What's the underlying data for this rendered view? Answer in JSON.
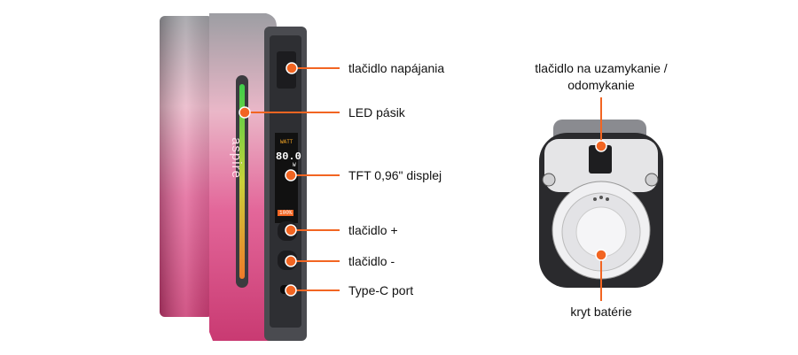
{
  "labels": {
    "power_button": "tlačidlo napájania",
    "led_strip": "LED pásik",
    "display": "TFT 0,96\" displej",
    "plus_button": "tlačidlo +",
    "minus_button": "tlačidlo -",
    "type_c": "Type-C port",
    "lock_button_line1": "tlačidlo na uzamykanie /",
    "lock_button_line2": "odomykanie",
    "battery_cover": "kryt batérie"
  },
  "device": {
    "brand": "aspire",
    "screen_power": "80.0",
    "screen_unit": "W",
    "screen_mode": "WATT",
    "screen_battery": "100%"
  },
  "colors": {
    "marker": "#f26522",
    "body_top": "#a8a8ad",
    "body_bottom": "#e0457f"
  }
}
